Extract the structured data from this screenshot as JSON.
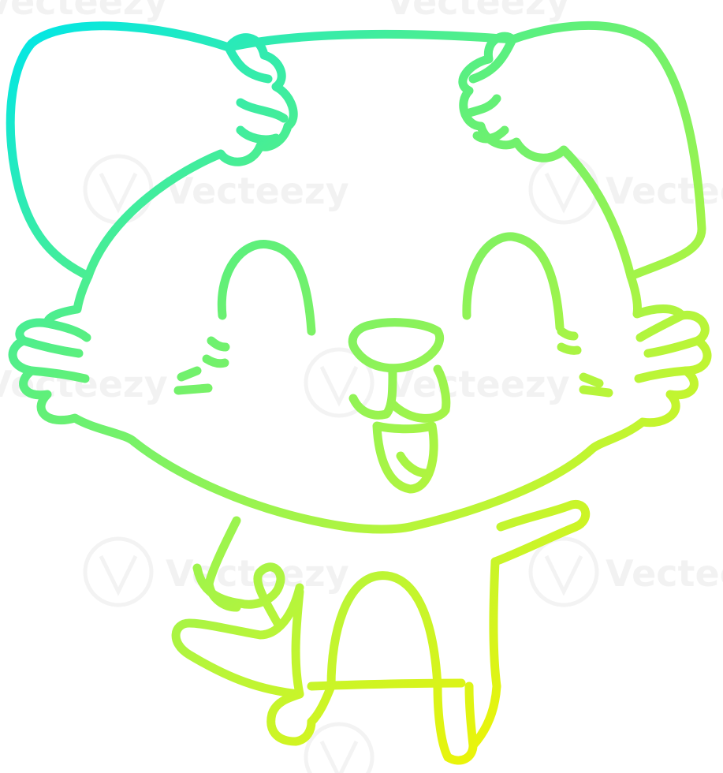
{
  "image": {
    "subject": "cartoon laughing dog line drawing",
    "stroke_gradient": [
      "#00e6e8",
      "#5ff07a",
      "#b7f53a",
      "#f4f400"
    ],
    "background": "#ffffff"
  },
  "watermark": {
    "brand": "Vecteezy",
    "logo_icon": "vecteezy-v-logo"
  }
}
